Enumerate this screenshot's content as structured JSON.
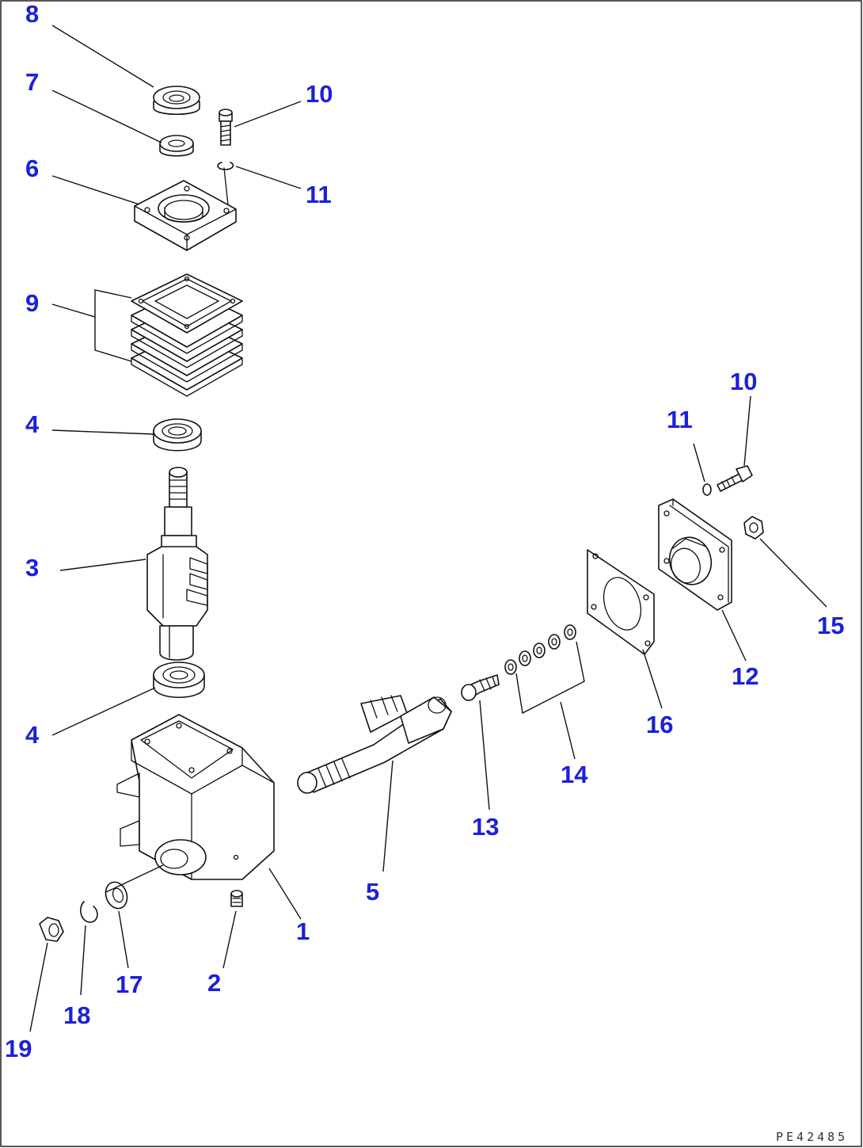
{
  "callouts": {
    "c1": "1",
    "c2": "2",
    "c3": "3",
    "c4_top": "4",
    "c4_bottom": "4",
    "c5": "5",
    "c6": "6",
    "c7": "7",
    "c8": "8",
    "c9": "9",
    "c10_top": "10",
    "c10_right": "10",
    "c11_top": "11",
    "c11_right": "11",
    "c12": "12",
    "c13": "13",
    "c14": "14",
    "c15": "15",
    "c16": "16",
    "c17": "17",
    "c18": "18",
    "c19": "19"
  },
  "figure_reference": "PE42485",
  "colors": {
    "callout": "#1c20d8",
    "line": "#111111",
    "background": "#ffffff"
  }
}
